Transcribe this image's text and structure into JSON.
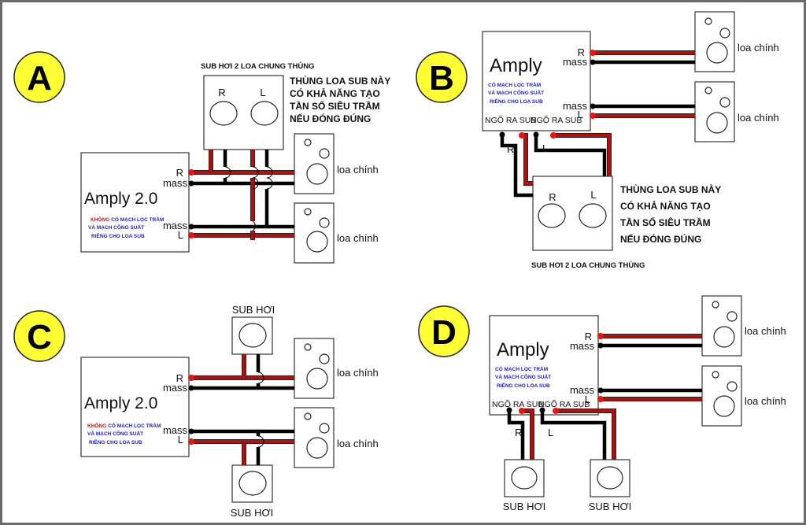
{
  "colors": {
    "badge_fill": "#ffff33",
    "wire_red": "#b01010",
    "wire_black": "#000000",
    "terminal_red": "#ee1111",
    "note_blue": "#1a1ad6",
    "note_red": "#e01010",
    "frame": "#6b6b6b"
  },
  "panels": {
    "A": {
      "badge": "A",
      "amp_title": "Amply 2.0",
      "amp_note_prefix": "KHÔNG",
      "amp_note": [
        "CÓ MẠCH  LỌC TRẦM",
        "VÀ MẠCH CÔNG SUẤT",
        "RIÊNG CHO LOA SUB"
      ],
      "terminals": [
        "R",
        "mass",
        "mass",
        "L"
      ],
      "sub_title": "SUB HƠI 2 LOA CHUNG THÙNG",
      "sub_channels": [
        "R",
        "L"
      ],
      "sub_description": [
        "THÙNG LOA SUB NÀY",
        " CÓ KHẢ NĂNG TẠO",
        "TẦN SỐ SIÊU TRẦM",
        "NẾU ĐÓNG ĐÚNG"
      ],
      "speakers": [
        "loa chính",
        "loa chính"
      ]
    },
    "B": {
      "badge": "B",
      "amp_title": "Amply",
      "amp_note": [
        "CÓ MẠCH  LỌC TRẦM",
        "VÀ MẠCH CÔNG SUẤT",
        "RIÊNG CHO LOA SUB"
      ],
      "terminals": [
        "R",
        "mass",
        "mass",
        "L"
      ],
      "sub_out": [
        "NGÕ RA SUB",
        "NGÕ RA SUB"
      ],
      "wire_labels": [
        "R",
        "L"
      ],
      "sub_title": "SUB HƠI 2 LOA CHUNG THÙNG",
      "sub_channels": [
        "R",
        "L"
      ],
      "sub_description": [
        "THÙNG LOA SUB NÀY",
        " CÓ KHẢ NĂNG TẠO",
        "TẦN SỐ SIÊU TRẦM",
        "NẾU ĐÓNG ĐÚNG"
      ],
      "speakers": [
        "loa chính",
        "loa chính"
      ]
    },
    "C": {
      "badge": "C",
      "amp_title": "Amply 2.0",
      "amp_note_prefix": "KHÔNG",
      "amp_note": [
        "CÓ MẠCH  LỌC TRẦM",
        "VÀ MẠCH CÔNG SUẤT",
        "RIÊNG CHO LOA SUB"
      ],
      "terminals": [
        "R",
        "mass",
        "mass",
        "L"
      ],
      "subs": [
        "SUB HƠI",
        "SUB HƠI"
      ],
      "speakers": [
        "loa chính",
        "loa chính"
      ]
    },
    "D": {
      "badge": "D",
      "amp_title": "Amply",
      "amp_note": [
        "CÓ MẠCH  LỌC TRẦM",
        "VÀ MẠCH CÔNG SUẤT",
        "RIÊNG CHO LOA SUB"
      ],
      "terminals": [
        "R",
        "mass",
        "mass",
        "L"
      ],
      "sub_out": [
        "NGÕ RA SUB",
        "NGÕ RA SUB"
      ],
      "wire_labels": [
        "R",
        "L"
      ],
      "subs": [
        "SUB HƠI",
        "SUB HƠI"
      ],
      "speakers": [
        "loa chính",
        "loa chính"
      ]
    }
  }
}
